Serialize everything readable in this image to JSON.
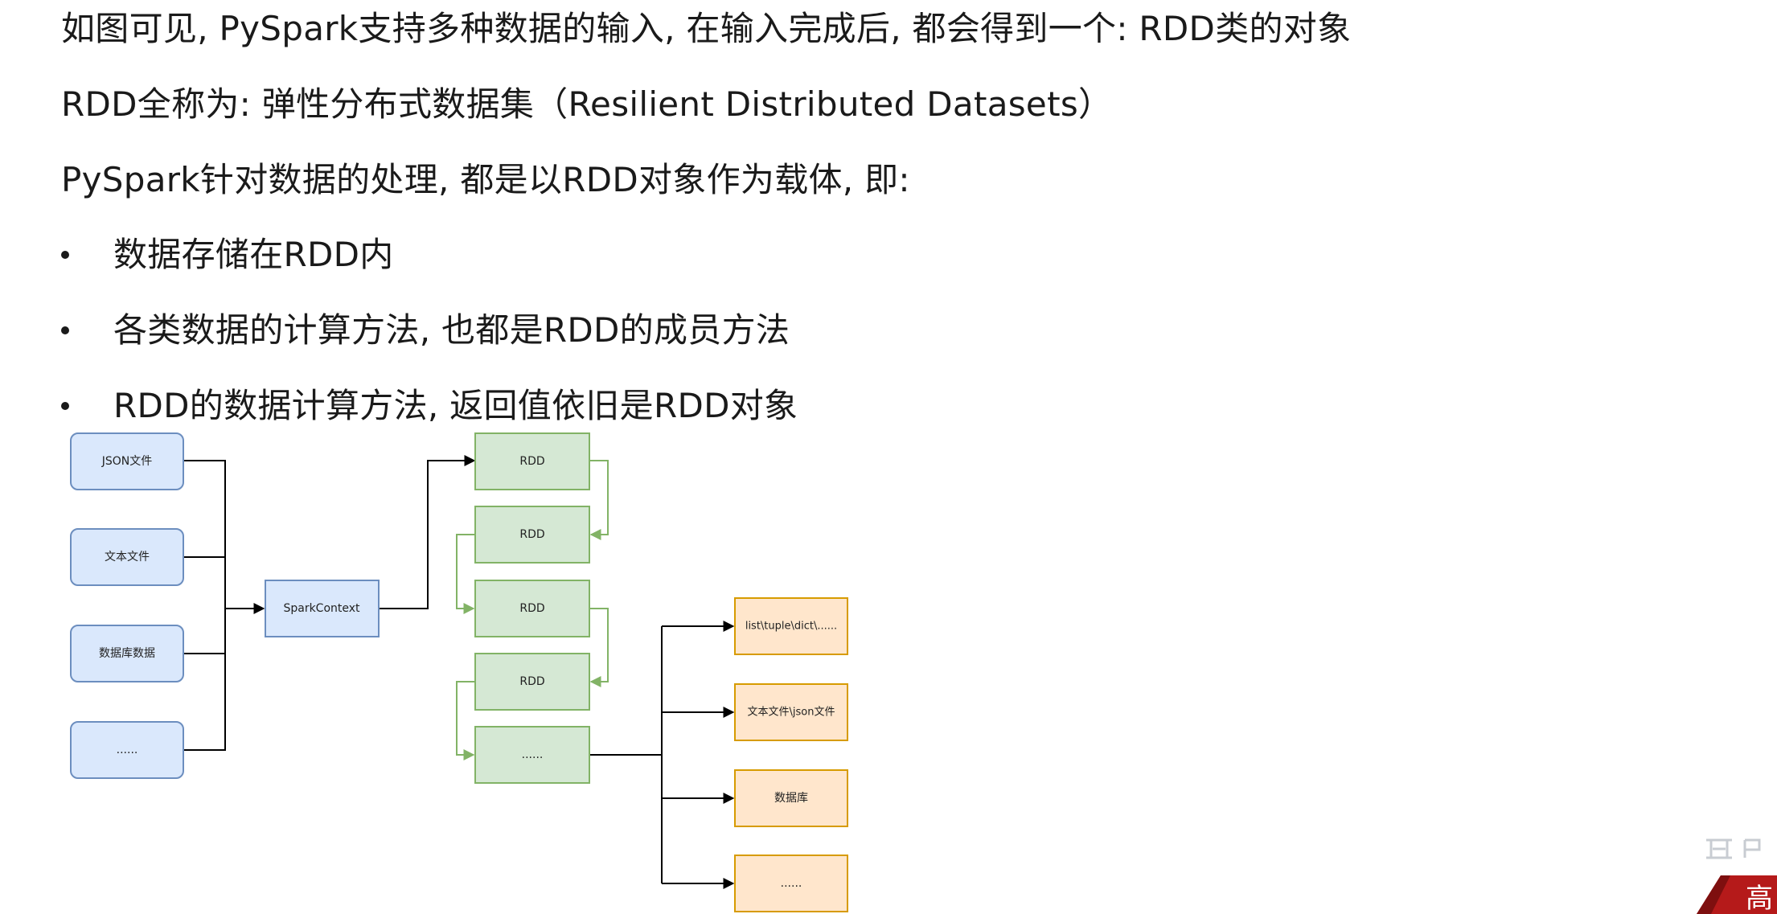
{
  "text": {
    "line1": "如图可见, PySpark支持多种数据的输入, 在输入完成后, 都会得到一个: RDD类的对象",
    "line2": "RDD全称为: 弹性分布式数据集（Resilient Distributed Datasets）",
    "line3": "PySpark针对数据的处理, 都是以RDD对象作为载体, 即:",
    "bullets": [
      "数据存储在RDD内",
      "各类数据的计算方法, 也都是RDD的成员方法",
      "RDD的数据计算方法, 返回值依旧是RDD对象"
    ]
  },
  "diagram": {
    "inputs": [
      "JSON文件",
      "文本文件",
      "数据库数据",
      "......"
    ],
    "context": "SparkContext",
    "rdds": [
      "RDD",
      "RDD",
      "RDD",
      "RDD",
      "......"
    ],
    "outputs": [
      "list\\tuple\\dict\\......",
      "文本文件\\json文件",
      "数据库",
      "......"
    ]
  },
  "corner": {
    "text": "高"
  },
  "colors": {
    "input_fill": "#dae8fc",
    "input_stroke": "#6c8ebf",
    "rdd_fill": "#d5e8d4",
    "rdd_stroke": "#82b366",
    "output_fill": "#ffe6cc",
    "output_stroke": "#d79b00",
    "corner_red": "#b51a1a"
  }
}
